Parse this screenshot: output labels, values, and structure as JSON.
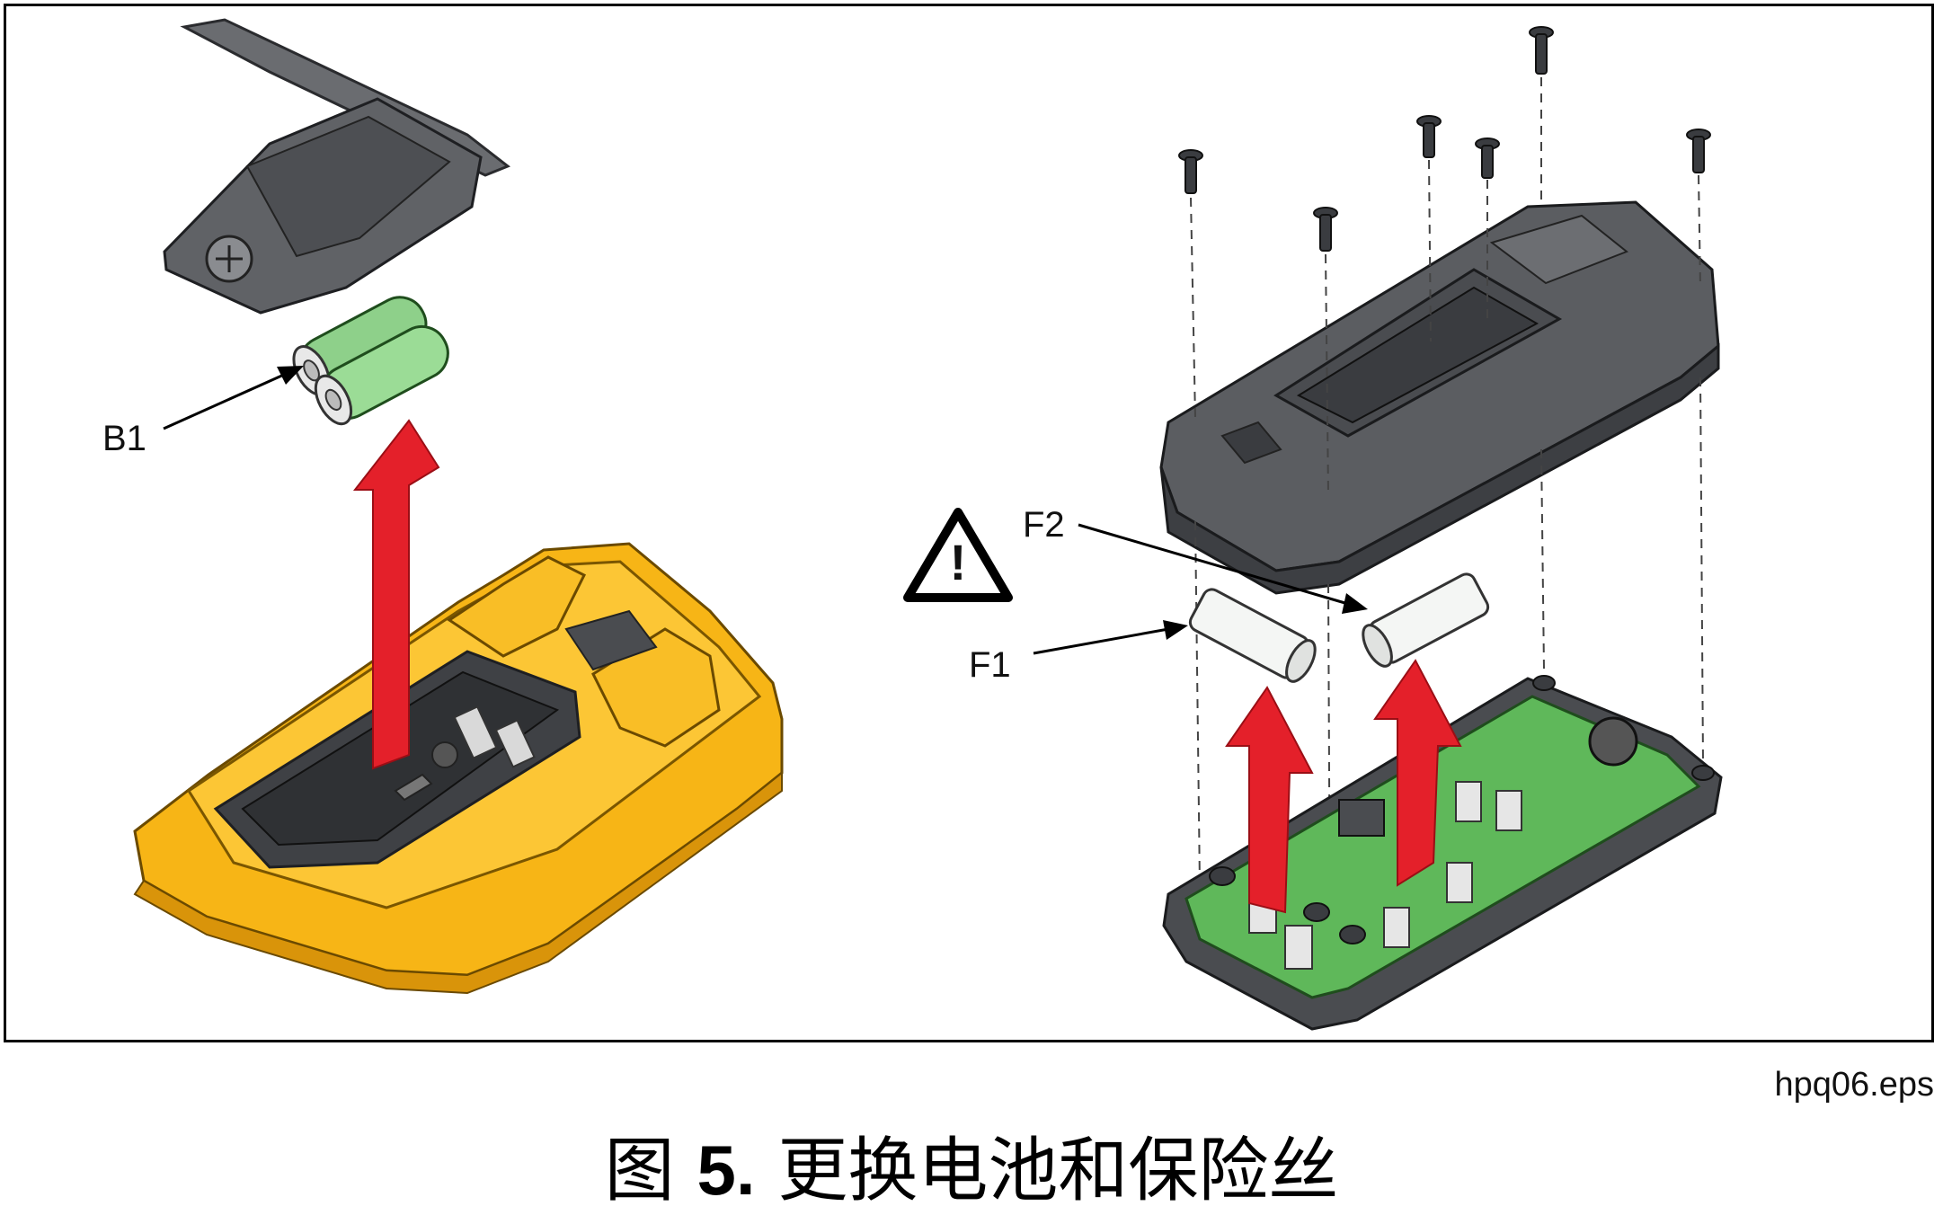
{
  "labels": {
    "b1": "B1",
    "f1": "F1",
    "f2": "F2"
  },
  "warning_symbol": "!",
  "file_reference": "hpq06.eps",
  "caption": {
    "prefix": "图",
    "number": "5.",
    "text": "更换电池和保险丝"
  },
  "colors": {
    "arrow_red": "#e4202a",
    "meter_yellow": "#f7b516",
    "housing_gray": "#5b5d61",
    "pcb_green": "#5fb85a",
    "battery_green": "#8ed08a"
  },
  "icons": {
    "warning": "warning-triangle-icon"
  }
}
